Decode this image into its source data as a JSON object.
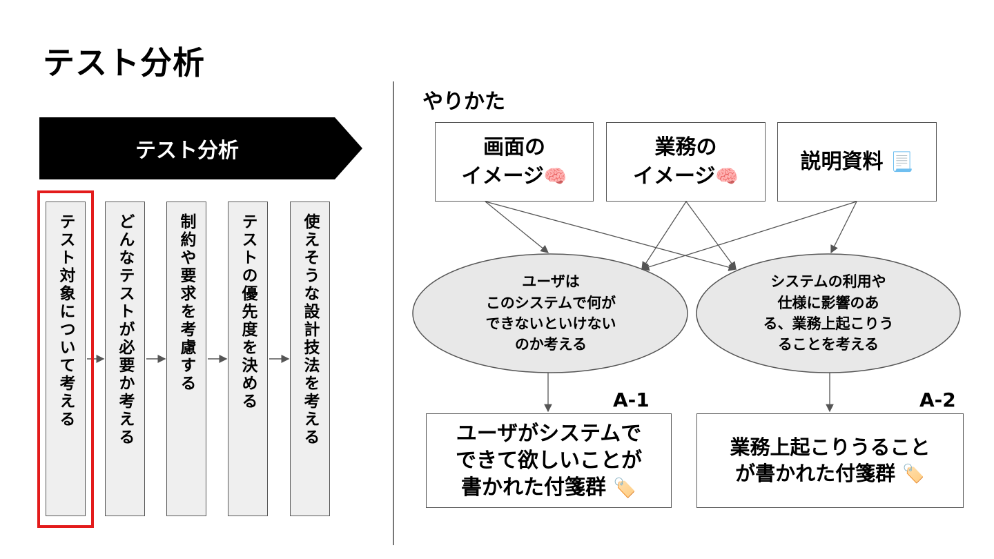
{
  "title": "テスト分析",
  "left": {
    "banner": "テスト分析",
    "steps": [
      "テスト対象について考える",
      "どんなテストが必要か考える",
      "制約や要求を考慮する",
      "テストの優先度を決める",
      "使えそうな設計技法を考える"
    ],
    "highlighted_step_index": 0
  },
  "right": {
    "heading": "やりかた",
    "sources": [
      {
        "line1": "画面の",
        "line2": "イメージ",
        "icon": "brain-icon",
        "glyph": "🧠"
      },
      {
        "line1": "業務の",
        "line2": "イメージ",
        "icon": "brain-icon",
        "glyph": "🧠"
      },
      {
        "line1": "説明資料",
        "line2": "",
        "icon": "document-icon",
        "glyph": "📃"
      }
    ],
    "questions": [
      {
        "lines": [
          "ユーザは",
          "このシステムで何が",
          "できないといけない",
          "のか考える"
        ]
      },
      {
        "lines": [
          "システムの利用や",
          "仕様に影響のあ",
          "る、業務上起こりう",
          "ることを考える"
        ]
      }
    ],
    "outputs": [
      {
        "label": "A-1",
        "lines": [
          "ユーザがシステムで",
          "できて欲しいことが",
          "書かれた付箋群"
        ],
        "icon": "tag-icon",
        "glyph": "🏷️"
      },
      {
        "label": "A-2",
        "lines": [
          "業務上起こりうること",
          "が書かれた付箋群"
        ],
        "icon": "tag-icon",
        "glyph": "🏷️"
      }
    ]
  },
  "colors": {
    "banner": "#000000",
    "step_fill": "#efefef",
    "ellipse_fill": "#e8e8e8",
    "highlight": "#e31b1b",
    "arrow": "#555555"
  }
}
